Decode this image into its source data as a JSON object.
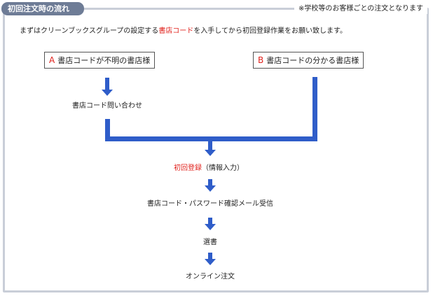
{
  "title": "初回注文時の流れ",
  "note": "※学校等のお客様ごとの注文となります",
  "intro": {
    "before": "まずはクリーンブックスグループの設定する",
    "highlight": "書店コード",
    "after": "を入手してから初回登録作業をお願い致します。"
  },
  "box_a": {
    "letter": "A",
    "text": "書店コードが不明の書店様"
  },
  "box_b": {
    "letter": "B",
    "text": "書店コードの分かる書店様"
  },
  "steps": {
    "inquiry": "書店コード問い合わせ",
    "registration_highlight": "初回登録",
    "registration_rest": "（情報入力）",
    "confirmation_mail": "書店コード・パスワード確認メール受信",
    "selection": "選書",
    "order": "オンライン注文"
  },
  "colors": {
    "accent_red": "#e0201b",
    "arrow_blue": "#2f5dc9",
    "frame": "#c9ced8",
    "title_tab": "#6e7c96"
  }
}
